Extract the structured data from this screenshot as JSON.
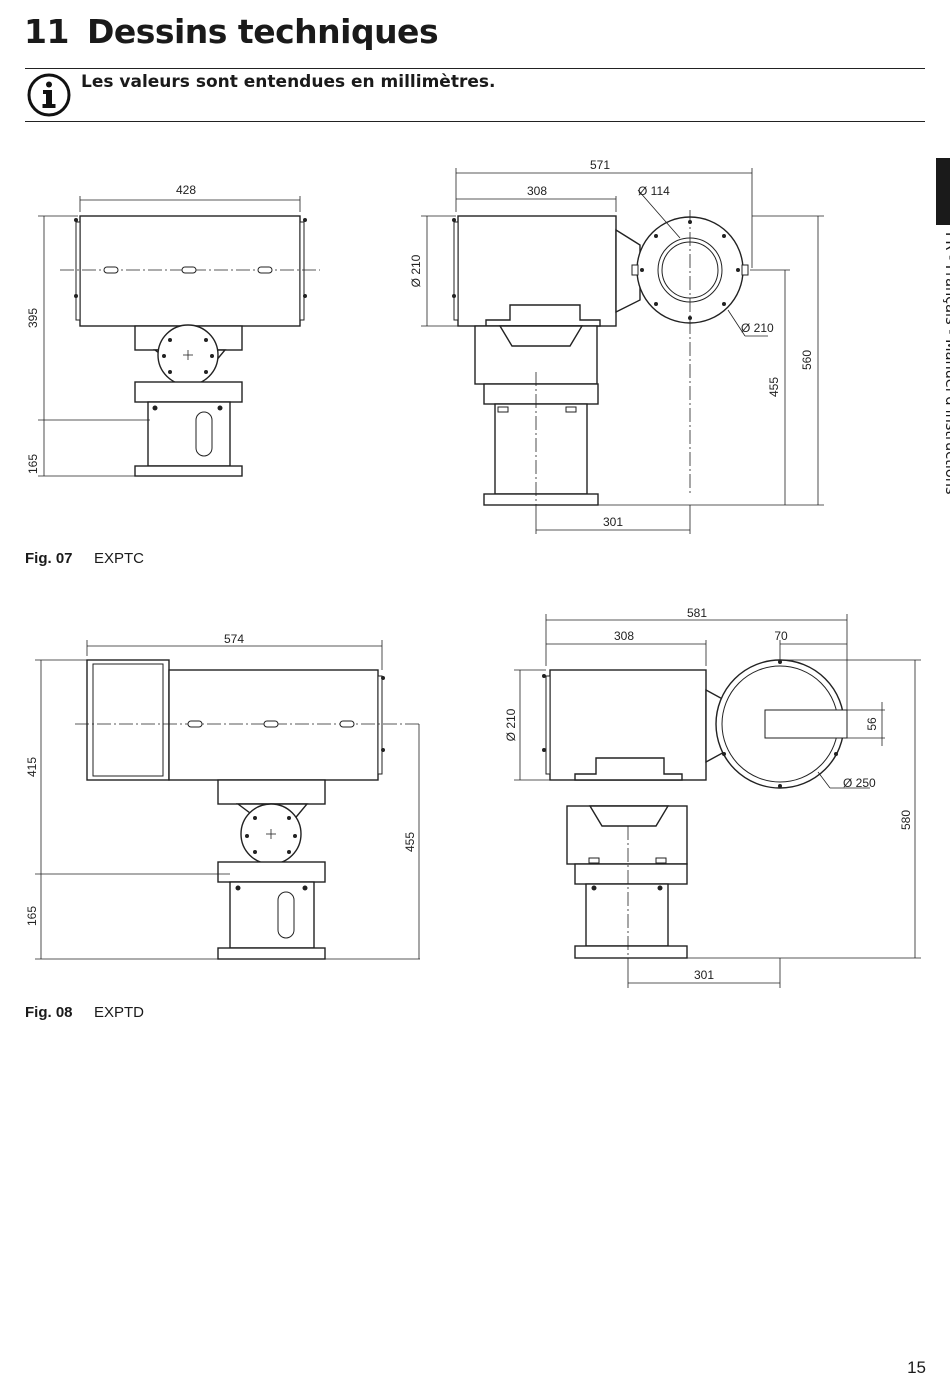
{
  "header": {
    "section_number": "11",
    "section_title": "Dessins techniques",
    "note": "Les valeurs sont entendues en millimètres."
  },
  "sidebar": {
    "language_label": "FR - Français - Manuel d'instructions"
  },
  "figures": [
    {
      "label": "Fig. 07",
      "caption": "EXPTC",
      "dimensions": {
        "side_width": "428",
        "side_height_top": "395",
        "side_height_base": "165",
        "front_total": "571",
        "front_body": "308",
        "front_window_diameter": "Ø 114",
        "front_body_diameter": "Ø 210",
        "front_flange_diameter": "Ø 210",
        "front_height_mid": "455",
        "front_height_total": "560",
        "front_base_offset": "301"
      }
    },
    {
      "label": "Fig. 08",
      "caption": "EXPTD",
      "dimensions": {
        "side_width": "574",
        "side_height_top": "415",
        "side_height_base": "165",
        "side_height_mid": "455",
        "front_total": "581",
        "front_body": "308",
        "front_offset": "70",
        "front_body_diameter": "Ø 210",
        "front_window_height": "56",
        "front_flange_diameter": "Ø 250",
        "front_height_total": "580",
        "front_base_offset": "301"
      }
    }
  ],
  "footer": {
    "page_number": "15"
  },
  "icons": {
    "info": "info-icon"
  }
}
